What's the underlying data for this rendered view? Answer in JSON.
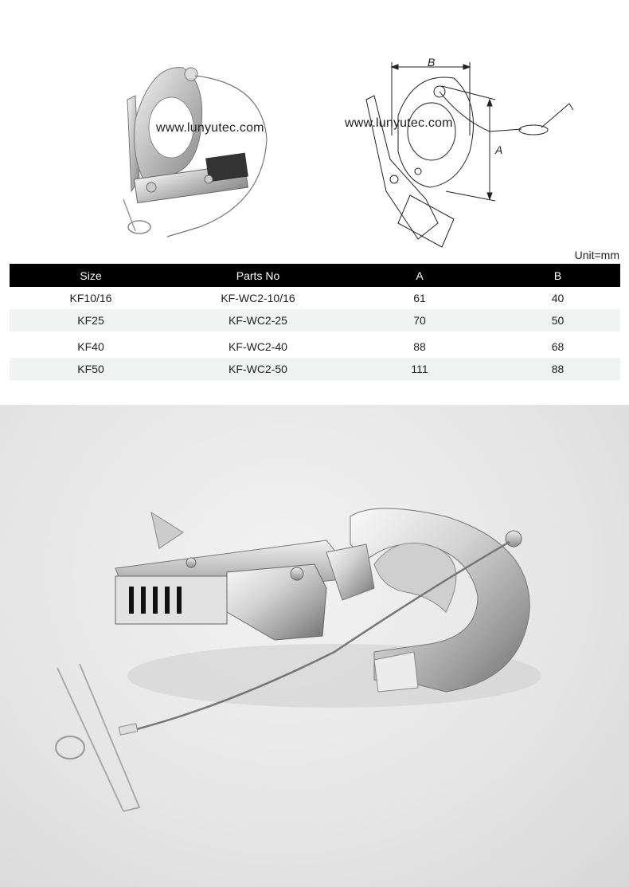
{
  "watermarks": {
    "left": "www.lunyutec.com",
    "right": "www.lunyutec.com"
  },
  "diagram": {
    "dim_a_label": "A",
    "dim_b_label": "B"
  },
  "unit_label": "Unit=mm",
  "table": {
    "headers": [
      "Size",
      "Parts No",
      "A",
      "B"
    ],
    "rows": [
      {
        "size": "KF10/16",
        "parts_no": "KF-WC2-10/16",
        "a": "61",
        "b": "40"
      },
      {
        "size": "KF25",
        "parts_no": "KF-WC2-25",
        "a": "70",
        "b": "50"
      },
      {
        "size": "KF40",
        "parts_no": "KF-WC2-40",
        "a": "88",
        "b": "68"
      },
      {
        "size": "KF50",
        "parts_no": "KF-WC2-50",
        "a": "111",
        "b": "88"
      }
    ]
  },
  "colors": {
    "header_bg": "#000000",
    "header_text": "#ffffff",
    "alt_row_bg": "#f1f3f3",
    "photo_bg": "#e6e6e6"
  }
}
